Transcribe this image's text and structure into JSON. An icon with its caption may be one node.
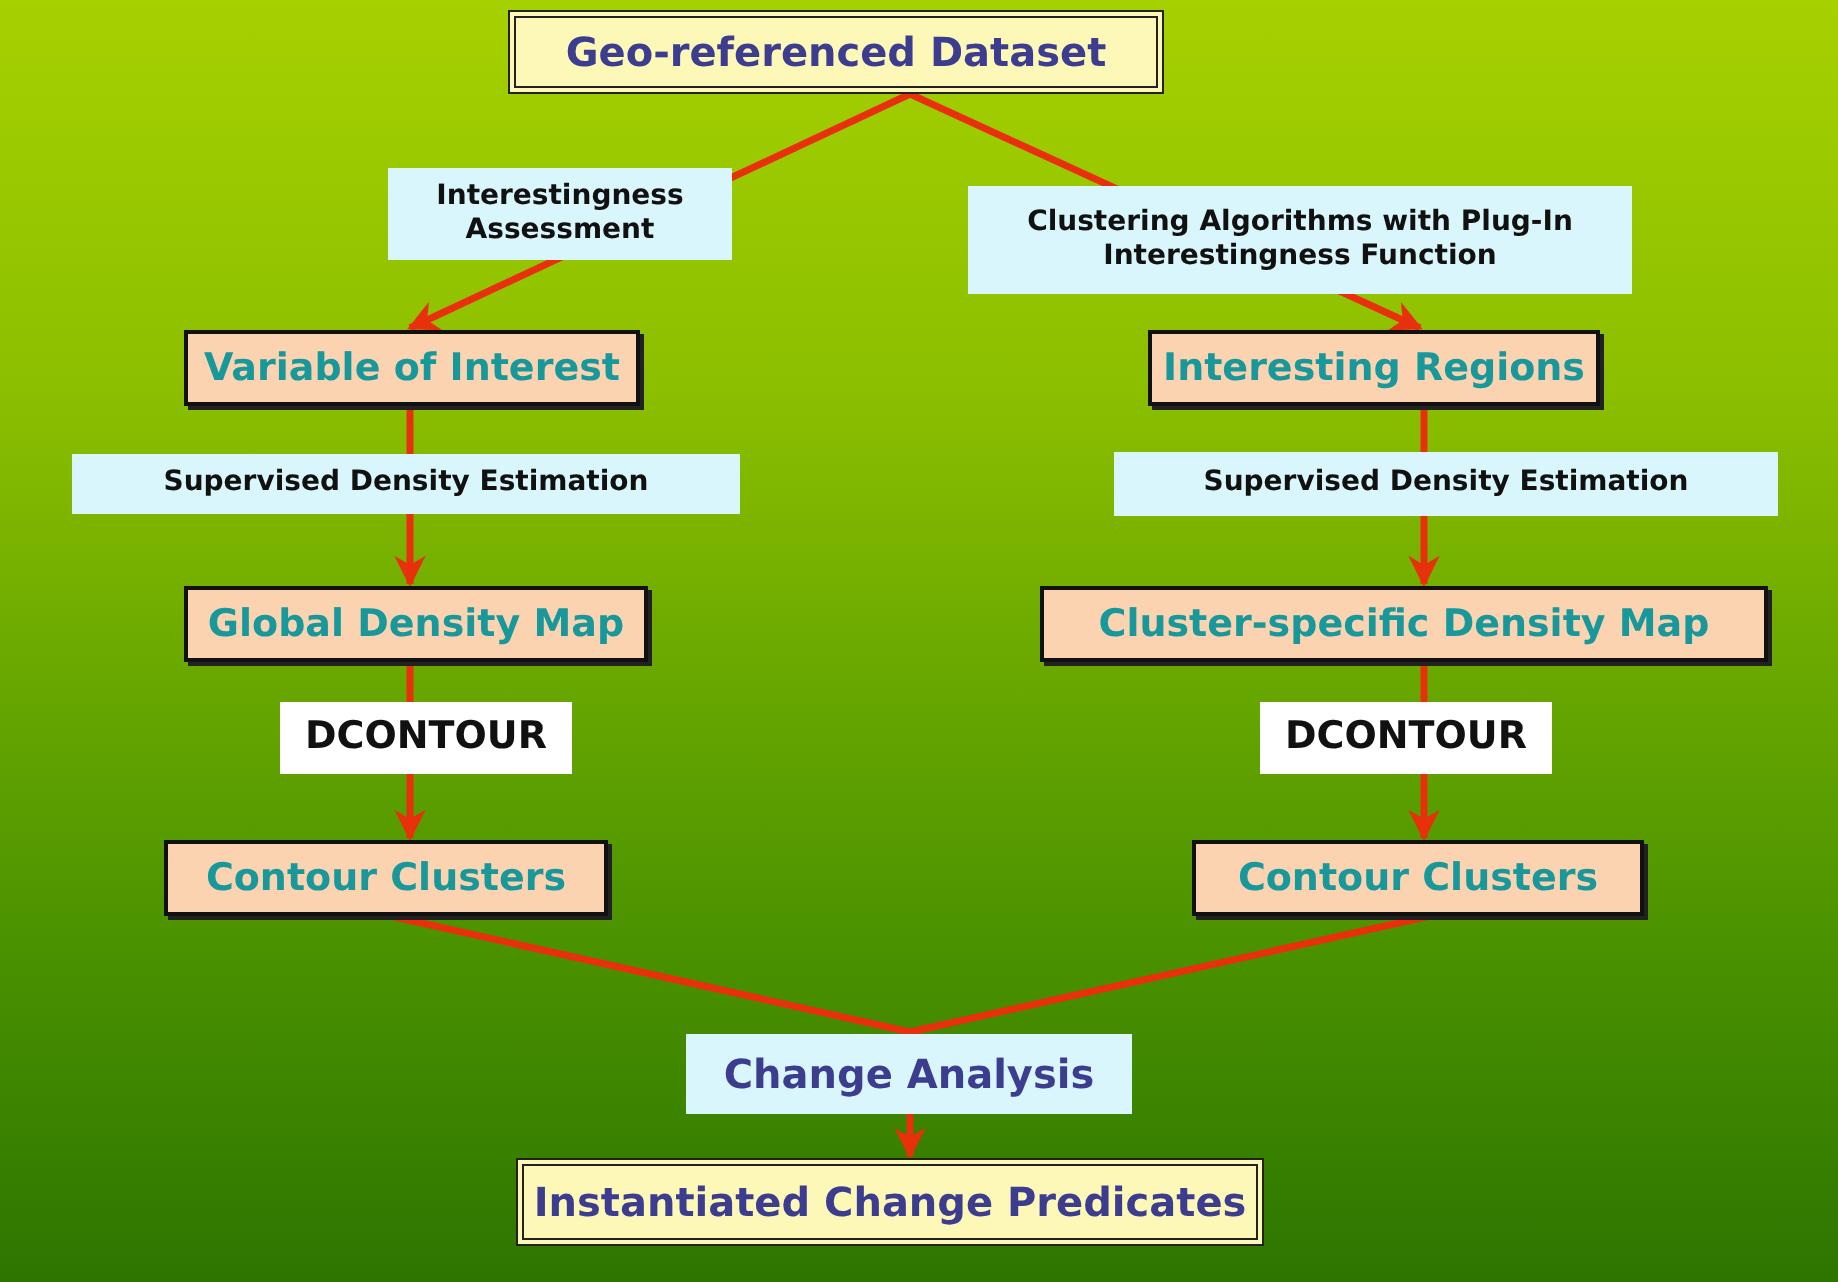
{
  "diagram": {
    "nodes": [
      {
        "text": [
          "Geo-referenced Dataset"
        ]
      },
      {
        "text": [
          "Variable of Interest"
        ]
      },
      {
        "text": [
          "Interesting Regions"
        ]
      },
      {
        "text": [
          "Global Density Map"
        ]
      },
      {
        "text": [
          "Cluster-specific Density Map"
        ]
      },
      {
        "text": [
          "Contour Clusters"
        ]
      },
      {
        "text": [
          "Contour Clusters"
        ]
      },
      {
        "text": [
          "Change Analysis"
        ]
      },
      {
        "text": [
          "Instantiated Change Predicates"
        ]
      }
    ],
    "edges": [
      {
        "from": 0,
        "to": 1,
        "arrow": "to",
        "label": "Interestingness Assessment"
      },
      {
        "from": 0,
        "to": 2,
        "arrow": "to",
        "label": "Clustering Algorithms with Plug-In Interestingness Function"
      },
      {
        "from": 1,
        "to": 3,
        "arrow": "to",
        "label": "Supervised Density Estimation"
      },
      {
        "from": 2,
        "to": 4,
        "arrow": "to",
        "label": "Supervised Density Estimation"
      },
      {
        "from": 3,
        "to": 5,
        "arrow": "to",
        "label": "DCONTOUR"
      },
      {
        "from": 4,
        "to": 6,
        "arrow": "to",
        "label": "DCONTOUR"
      },
      {
        "from": 5,
        "to": 7,
        "arrow": "none"
      },
      {
        "from": 6,
        "to": 7,
        "arrow": "none"
      },
      {
        "from": 7,
        "to": 8,
        "arrow": "to"
      }
    ]
  }
}
